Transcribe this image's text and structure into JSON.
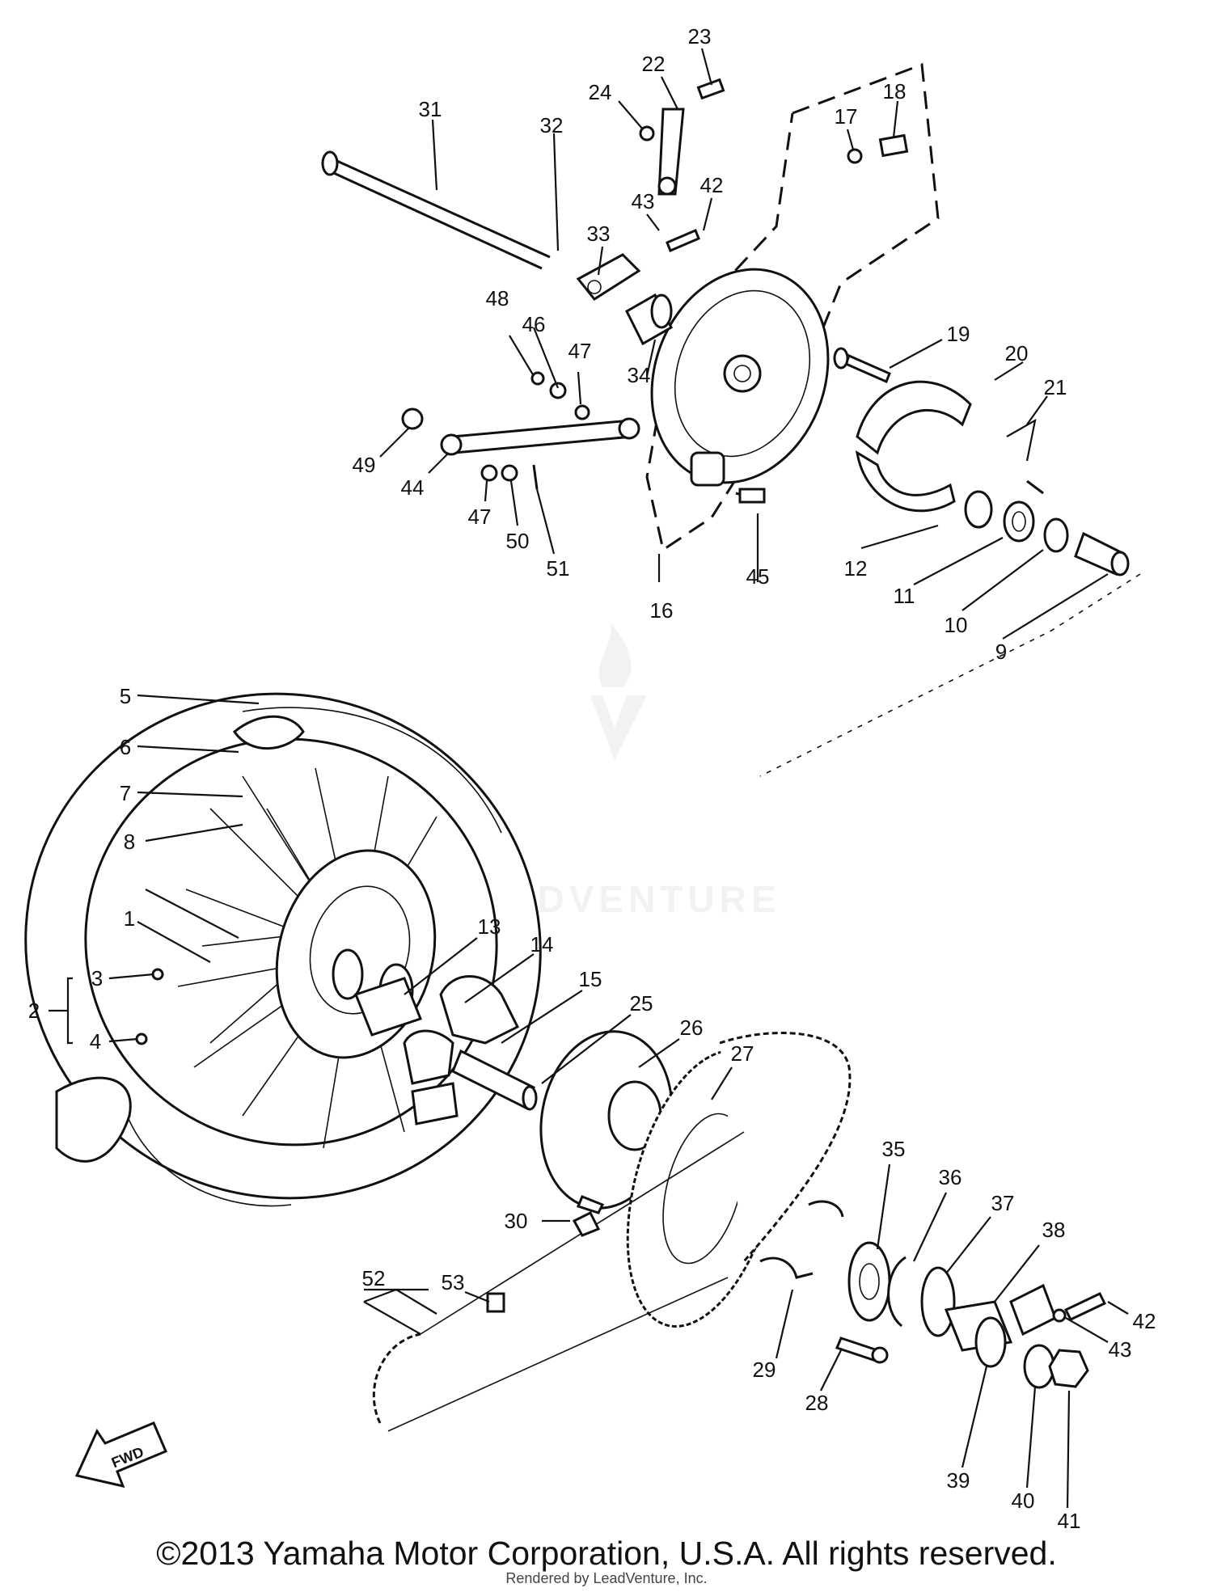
{
  "callouts": {
    "c1": "1",
    "c2": "2",
    "c3": "3",
    "c4": "4",
    "c5": "5",
    "c6": "6",
    "c7": "7",
    "c8": "8",
    "c9": "9",
    "c10": "10",
    "c11": "11",
    "c12": "12",
    "c13": "13",
    "c14": "14",
    "c15": "15",
    "c16": "16",
    "c17": "17",
    "c18": "18",
    "c19": "19",
    "c20": "20",
    "c21": "21",
    "c22": "22",
    "c23": "23",
    "c24": "24",
    "c25": "25",
    "c26": "26",
    "c27": "27",
    "c28": "28",
    "c29": "29",
    "c30": "30",
    "c31": "31",
    "c32": "32",
    "c33": "33",
    "c34": "34",
    "c35": "35",
    "c36": "36",
    "c37": "37",
    "c38": "38",
    "c39": "39",
    "c40": "40",
    "c41": "41",
    "c42a": "42",
    "c42b": "42",
    "c43a": "43",
    "c43b": "43",
    "c44": "44",
    "c45": "45",
    "c46": "46",
    "c47a": "47",
    "c47b": "47",
    "c48": "48",
    "c49": "49",
    "c50": "50",
    "c51": "51",
    "c52": "52",
    "c53": "53"
  },
  "fwd_label": "FWD",
  "watermark": "LEADVENTURE",
  "copyright": "©2013 Yamaha Motor Corporation, U.S.A. All rights reserved.",
  "rendered_by": "Rendered by LeadVenture, Inc."
}
